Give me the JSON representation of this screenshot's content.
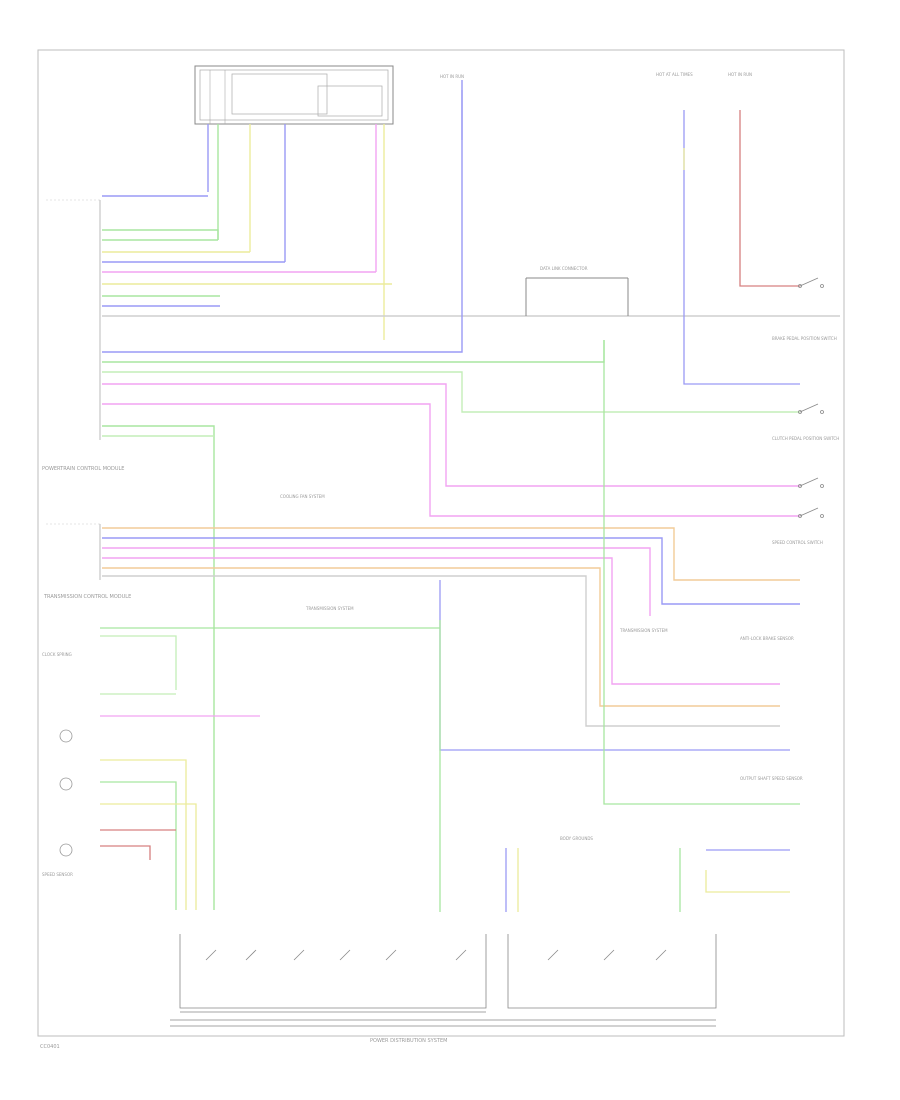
{
  "diagram": {
    "bottom_bus_label": "POWER DISTRIBUTION SYSTEM",
    "corner_label": "CC0401",
    "pcm_label": "POWERTRAIN CONTROL MODULE",
    "tcm_label": "TRANSMISSION CONTROL MODULE",
    "mid_system_label_1": "COOLING FAN SYSTEM",
    "mid_system_label_2": "TRANSMISSION SYSTEM",
    "mid_system_label_3": "TRANSMISSION SYSTEM",
    "top_right_label_1": "HOT AT ALL TIMES",
    "top_right_label_2": "HOT IN RUN",
    "top_center_label": "HOT IN RUN",
    "right_component_1": "BRAKE PEDAL POSITION SWITCH",
    "right_component_2": "CLUTCH PEDAL POSITION SWITCH",
    "right_component_3": "SPEED CONTROL SWITCH",
    "right_component_4": "ANTI-LOCK BRAKE SENSOR",
    "right_component_5": "OUTPUT SHAFT SPEED SENSOR",
    "left_component_1": "CLOCK SPRING",
    "left_component_2": "SPEED SENSOR",
    "mid_bus_label": "DATA LINK CONNECTOR",
    "bottom_center_label": "BODY GROUNDS",
    "colors": {
      "blue": "#9a9af5",
      "green": "#a8e6a0",
      "yellow": "#ecec9c",
      "pink": "#f2a4f2",
      "orange": "#f2cc98",
      "red": "#d68080",
      "lightgreen": "#c4eeb8",
      "darkgray": "#9a9a9a",
      "lightgray": "#cfcfcf"
    }
  }
}
